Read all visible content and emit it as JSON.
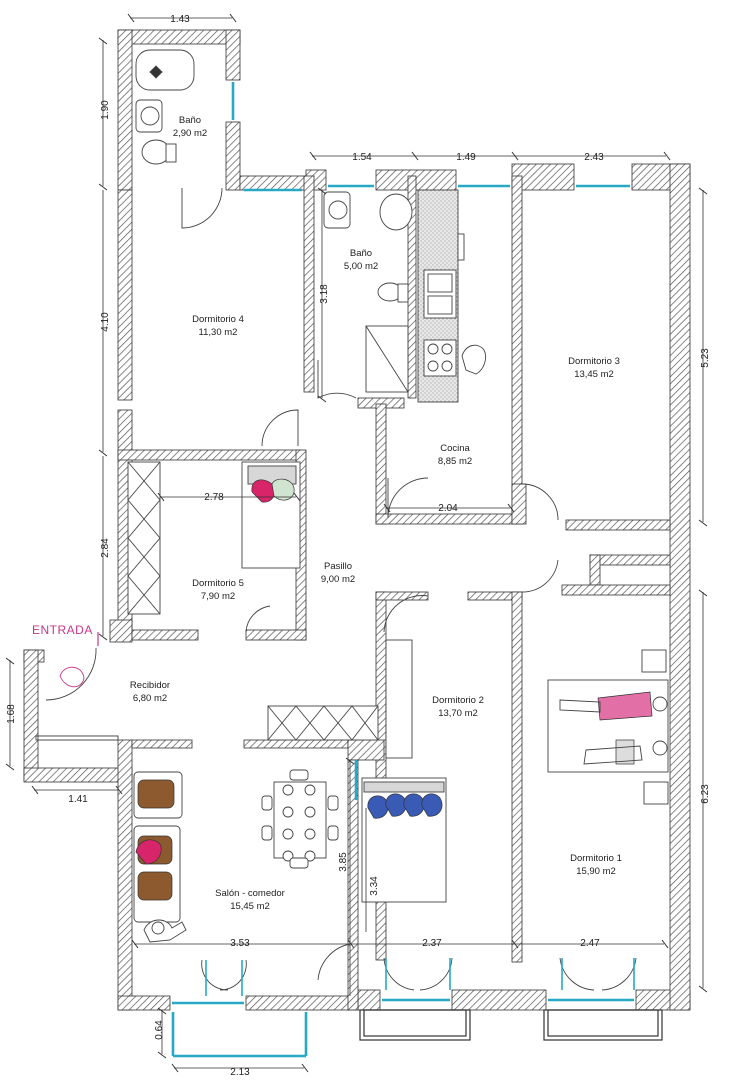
{
  "rooms": [
    {
      "name": "Baño",
      "area": "2,90 m2"
    },
    {
      "name": "Dormitorio 4",
      "area": "11,30 m2"
    },
    {
      "name": "Baño",
      "area": "5,00 m2"
    },
    {
      "name": "Cocina",
      "area": "8,85 m2"
    },
    {
      "name": "Dormitorio 3",
      "area": "13,45 m2"
    },
    {
      "name": "Dormitorio 5",
      "area": "7,90 m2"
    },
    {
      "name": "Pasillo",
      "area": "9,00 m2"
    },
    {
      "name": "Recibidor",
      "area": "6,80 m2"
    },
    {
      "name": "Dormitorio 2",
      "area": "13,70 m2"
    },
    {
      "name": "Dormitorio 1",
      "area": "15,90 m2"
    },
    {
      "name": "Salón - comedor",
      "area": "15,45 m2"
    }
  ],
  "entrance_label": "ENTRADA",
  "dimensions": {
    "top_bath_width": "1.43",
    "top_bath_height": "1.90",
    "bath2_width": "1.54",
    "kitchen_width": "1.49",
    "bed3_width": "2.43",
    "bed4_height": "4.10",
    "bath2_height": "3.18",
    "bed3_height": "5.23",
    "bed5_height": "2.84",
    "bed5_width": "2.78",
    "kitchen_depth": "2.04",
    "hall_height": "1.68",
    "hall_width": "1.41",
    "living_width": "3.53",
    "bed2_width": "2.37",
    "bed1_width": "2.47",
    "bed1_height": "6.23",
    "living_height": "3.85",
    "bed2_height": "3.34",
    "balcony_depth": "0.64",
    "balcony_width": "2.13"
  },
  "colors": {
    "wall": "#6d6d6d",
    "window": "#27a9c6",
    "accent": "#c4388a"
  }
}
